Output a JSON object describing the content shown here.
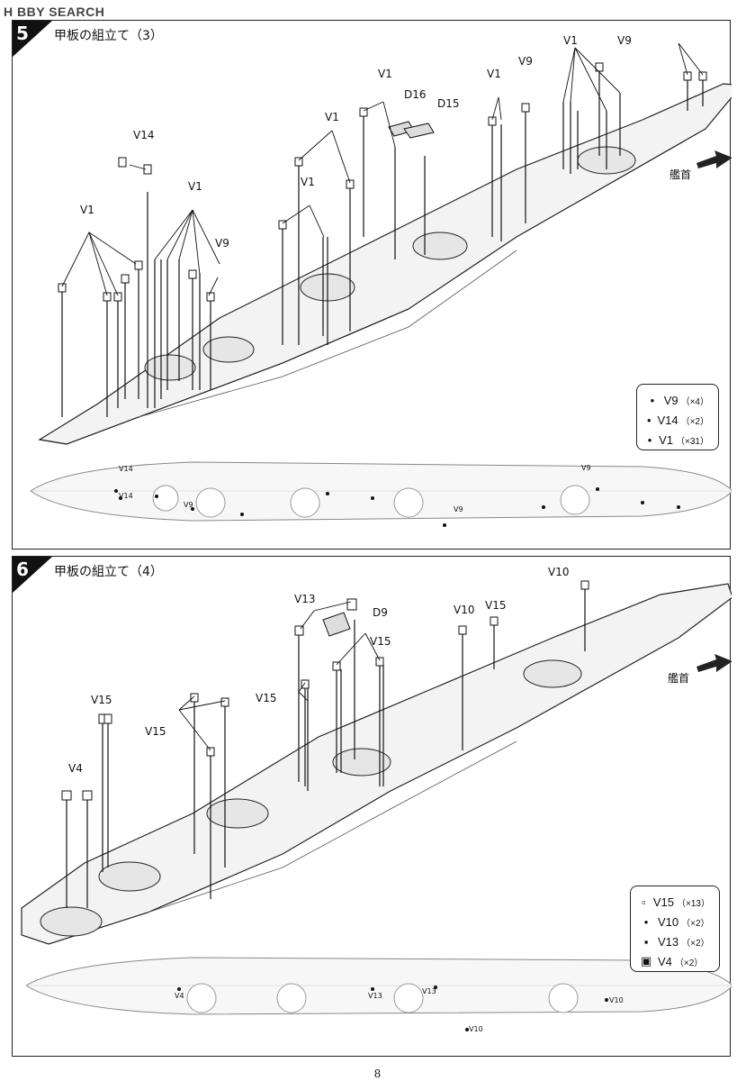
{
  "header": {
    "brand": "H BBY SEARCH"
  },
  "step5": {
    "number": "5",
    "title": "甲板の組立て（3）",
    "bow_label": "艦首",
    "callouts": [
      "V1",
      "V9",
      "V1",
      "V1",
      "D16",
      "D15",
      "V1",
      "V9",
      "V14",
      "V1",
      "V1",
      "V1",
      "V9"
    ],
    "legend": [
      {
        "part": "V9",
        "qty": "（×4）"
      },
      {
        "part": "V14",
        "qty": "（×2）"
      },
      {
        "part": "V1",
        "qty": "（×31）"
      }
    ],
    "plan_marks": [
      "V14",
      "V14",
      "V9",
      "V9",
      "V9"
    ]
  },
  "step6": {
    "number": "6",
    "title": "甲板の組立て（4）",
    "bow_label": "艦首",
    "callouts": [
      "V10",
      "V13",
      "D9",
      "V10",
      "V15",
      "V15",
      "V15",
      "V15",
      "V15",
      "V4"
    ],
    "legend": [
      {
        "part": "V15",
        "qty": "（×13）"
      },
      {
        "part": "V10",
        "qty": "（×2）"
      },
      {
        "part": "V13",
        "qty": "（×2）"
      },
      {
        "part": "V4",
        "qty": "（×2）"
      }
    ],
    "plan_marks": [
      "V4",
      "V13",
      "V13",
      "V10",
      "V10"
    ]
  },
  "page_number": "8"
}
